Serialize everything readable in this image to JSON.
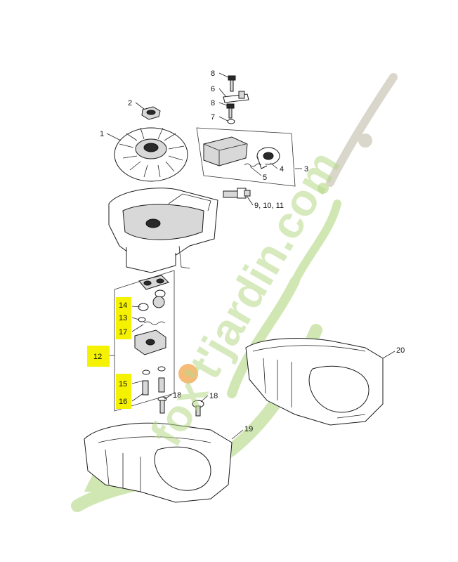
{
  "labels": {
    "l1": "1",
    "l2": "2",
    "l3": "3",
    "l4": "4",
    "l5": "5",
    "l6": "6",
    "l7": "7",
    "l8a": "8",
    "l8b": "8",
    "l9": "9, 10, 11",
    "l12": "12",
    "l13": "13",
    "l14": "14",
    "l15": "15",
    "l16": "16",
    "l17": "17",
    "l18a": "18",
    "l18b": "18",
    "l19": "19",
    "l20": "20"
  },
  "watermark": {
    "text": "fox't'jardin.com",
    "color_main": "#b8d98a",
    "color_accent": "#f0a84a",
    "color_tail": "#c8c3b4"
  },
  "colors": {
    "highlight": "#f4f200",
    "line": "#222222"
  }
}
